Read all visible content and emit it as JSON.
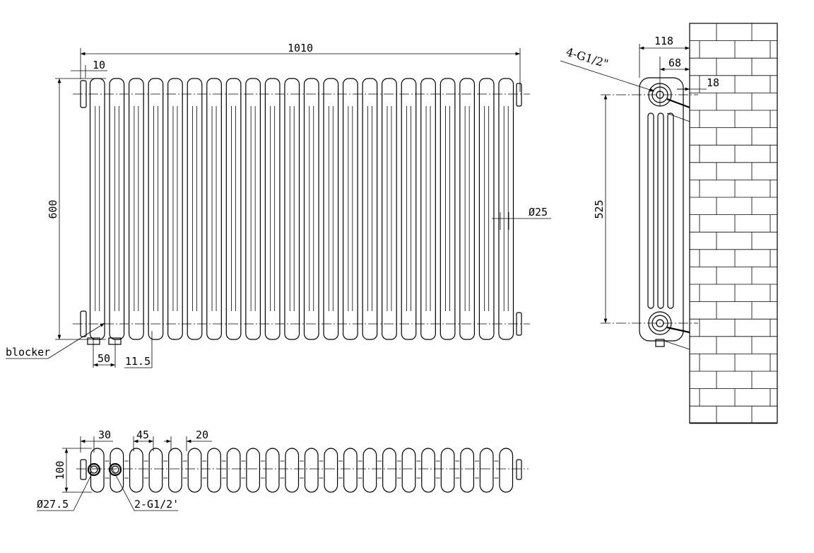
{
  "drawing": {
    "front_view": {
      "width_label": "1010",
      "end_offset_label": "10",
      "height_label": "600",
      "tube_diameter_label": "Ø25",
      "blocker_label": "blocker",
      "spacing_label": "50",
      "foot_label": "11.5",
      "column_count": 22
    },
    "side_view": {
      "connection_label": "4-G1/2\"",
      "depth_label": "118",
      "center_to_wall_label": "68",
      "gap_label": "18",
      "center_distance_label": "525"
    },
    "plan_view": {
      "offset_label": "30",
      "pitch_label": "45",
      "gap_label": "20",
      "depth_label": "100",
      "pipe_diameter_label": "Ø27.5",
      "connection_label": "2-G1/2'"
    }
  }
}
